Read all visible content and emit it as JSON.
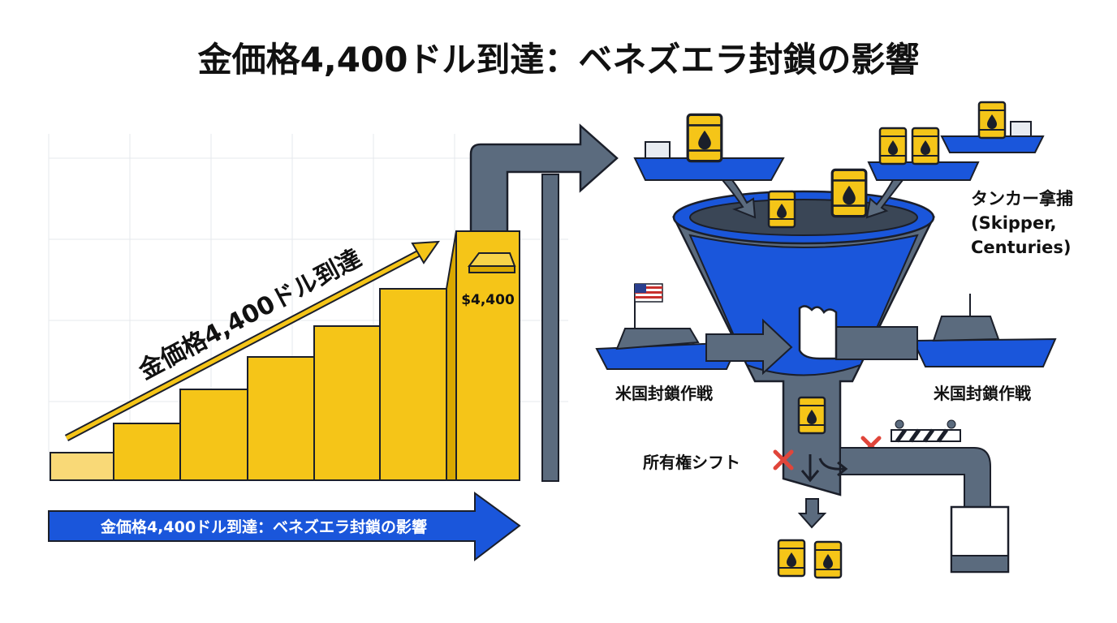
{
  "title": "金価格4,400ドル到達：ベネズエラ封鎖の影響",
  "chart": {
    "diagonal_label": "金価格4,400ドル到達",
    "price_label": "$4,400",
    "step_levels": [
      1,
      2,
      3,
      4,
      5,
      6,
      7,
      8
    ]
  },
  "banner_arrow_label": "金価格4,400ドル到達：ベネズエラ封鎖の影響",
  "labels": {
    "tanker_seizure_line1": "タンカー拿捕",
    "tanker_seizure_line2": "(Skipper,",
    "tanker_seizure_line3": "Centuries)",
    "blockade_left": "米国封鎖作戦",
    "blockade_right": "米国封鎖作戦",
    "ownership_shift": "所有権シフト"
  },
  "colors": {
    "gold": "#f5c518",
    "outline": "#1b1f2a",
    "blue": "#1a56db",
    "steel": "#5b6b7e",
    "red": "#e0453a"
  }
}
